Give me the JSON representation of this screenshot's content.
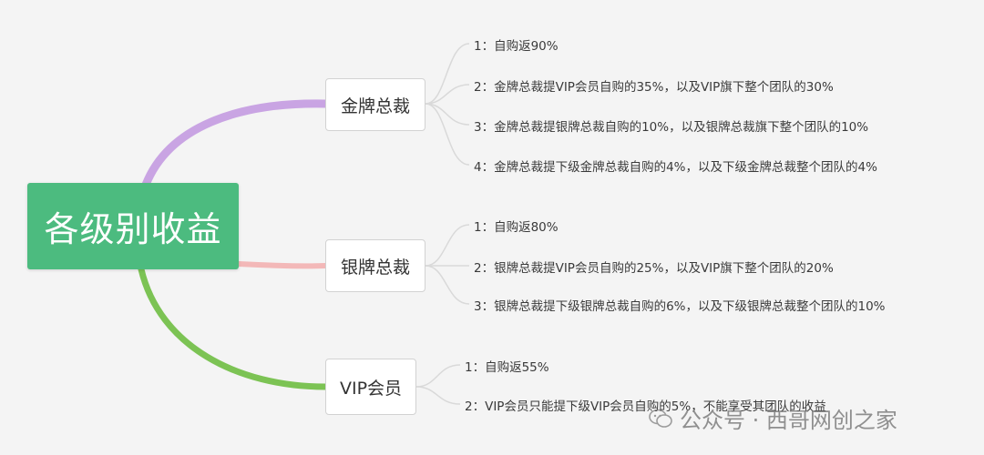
{
  "root": {
    "title": "各级别收益"
  },
  "branches": [
    {
      "key": "gold",
      "label": "金牌总裁",
      "items": [
        "1：自购返90%",
        "2：金牌总裁提VIP会员自购的35%，以及VIP旗下整个团队的30%",
        "3：金牌总裁提银牌总裁自购的10%，以及银牌总裁旗下整个团队的10%",
        "4：金牌总裁提下级金牌总裁自购的4%，以及下级金牌总裁整个团队的4%"
      ]
    },
    {
      "key": "silver",
      "label": "银牌总裁",
      "items": [
        "1：自购返80%",
        "2：银牌总裁提VIP会员自购的25%，以及VIP旗下整个团队的20%",
        "3：银牌总裁提下级银牌总裁自购的6%，以及下级银牌总裁整个团队的10%"
      ]
    },
    {
      "key": "vip",
      "label": "VIP会员",
      "items": [
        "1：自购返55%",
        "2：VIP会员只能提下级VIP会员自购的5%，不能享受其团队的收益"
      ]
    }
  ],
  "watermark": {
    "text": "公众号 · 西哥网创之家"
  },
  "colors": {
    "root": "#4cbb7f",
    "gold_link": "#c9a4e3",
    "silver_link": "#f3b8b8",
    "vip_link": "#7cc354",
    "leaf_link": "#d9d9d9"
  }
}
